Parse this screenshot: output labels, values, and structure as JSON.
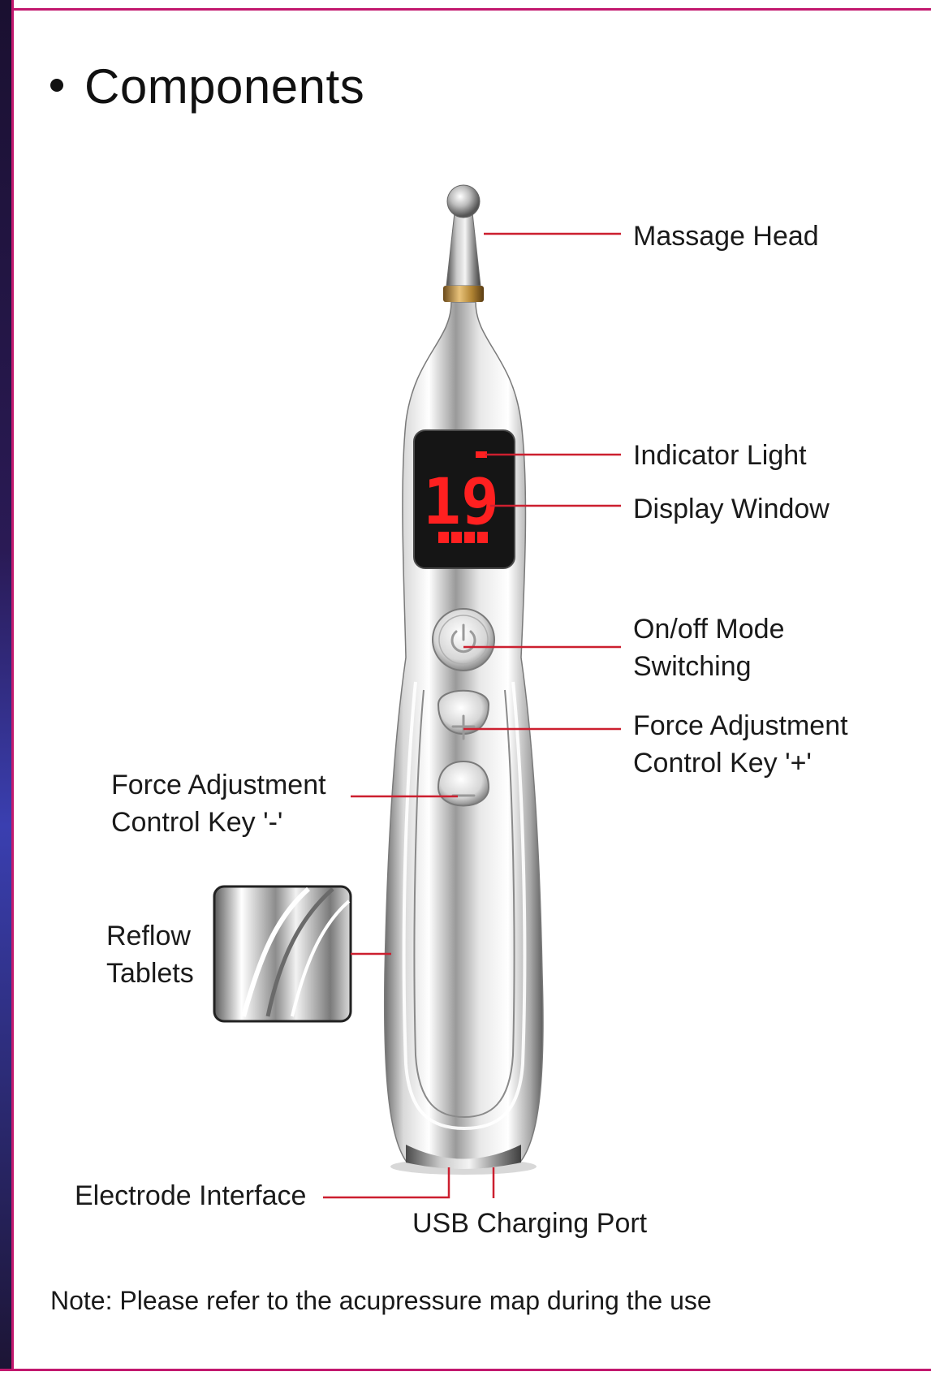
{
  "title": "Components",
  "labels": {
    "massage_head": "Massage Head",
    "indicator_light": "Indicator Light",
    "display_window": "Display Window",
    "onoff_line1": "On/off Mode",
    "onoff_line2": "Switching",
    "force_plus_line1": "Force Adjustment",
    "force_plus_line2": "Control Key '+'",
    "force_minus_line1": "Force Adjustment",
    "force_minus_line2": "Control Key '-'",
    "reflow_line1": "Reflow",
    "reflow_line2": "Tablets",
    "electrode_interface": "Electrode Interface",
    "usb_port": "USB Charging Port"
  },
  "display": {
    "digits": "19"
  },
  "note": "Note: Please refer to the acupressure map during the use",
  "colors": {
    "accent_frame": "#c2186e",
    "leader_line": "#cc1f2f",
    "led_red": "#ff2020"
  }
}
